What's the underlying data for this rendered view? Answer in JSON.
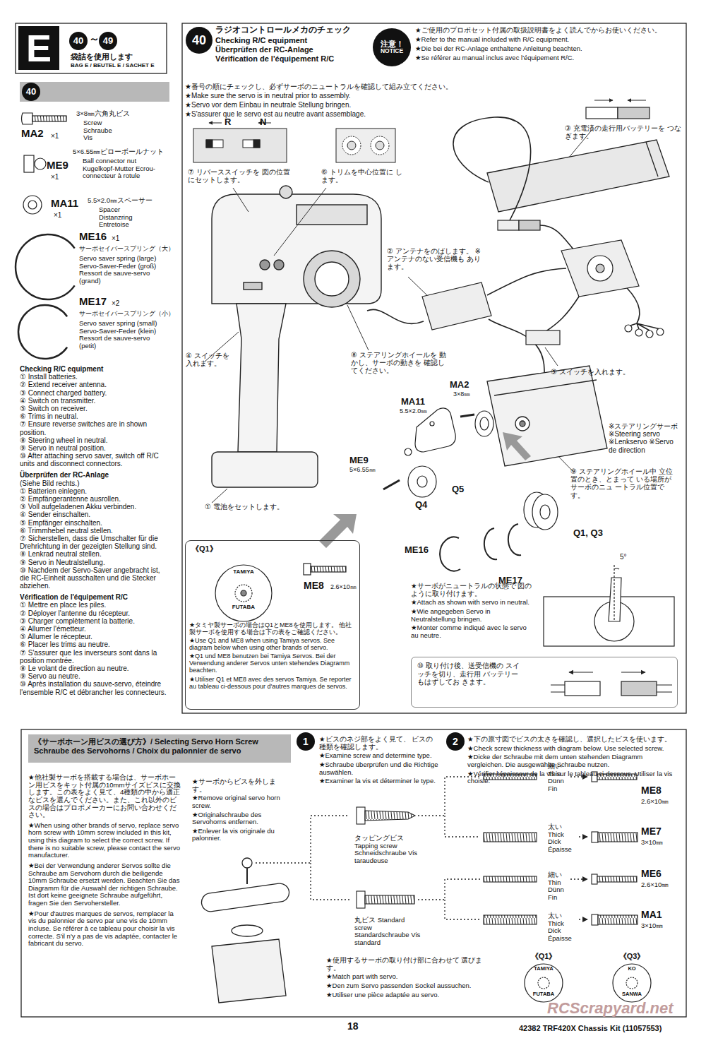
{
  "diagram": {
    "nodes": [
      {
        "text": [
          "E"
        ]
      },
      {
        "text": [
          "40"
        ]
      },
      {
        "text": [
          "49"
        ]
      },
      {
        "text": [
          "40"
        ]
      },
      {
        "text": [
          "40"
        ]
      },
      {
        "text": [
          "注意！",
          "NOTICE"
        ]
      },
      {
        "text": [
          "《Q1》"
        ]
      },
      {
        "text": [
          "⑩ 取り付け後、送受信機の スイッチを切り、走行用 バッテリーもはずしてお きます。"
        ]
      },
      {
        "text": [
          "《サーボホーン用ビスの選び方》/ Selecting Servo Horn Screw Schraube des Servohorns / Choix du palonnier de servo"
        ]
      },
      {
        "text": [
          "1"
        ]
      },
      {
        "text": [
          "2"
        ]
      }
    ],
    "labels": [
      "～",
      "袋詰を使用します",
      "BAG E / BEUTEL E / SACHET E",
      "3×8㎜六角丸ビス",
      "Screw Schraube Vis",
      "MA2",
      "×1",
      "5×6.55㎜ピローボールナット",
      "Ball connector nut Kugelkopf-Mutter Ecrou-connecteur à rotule",
      "ME9",
      "×1",
      "5.5×2.0㎜スペーサー",
      "Spacer Distanzring Entretoise",
      "MA11",
      "×1",
      "ME16",
      "×1",
      "サーボセイバースプリング（大）",
      "Servo saver spring (large) Servo-Saver-Feder (groß) Ressort de sauve-servo (grand)",
      "ME17",
      "×2",
      "サーボセイバースプリング（小）",
      "Servo saver spring (small) Servo-Saver-Feder (klein) Ressort de sauve-servo (petit)",
      "Checking R/C equipment",
      "① Install batteries.",
      "② Extend receiver antenna.",
      "③ Connect charged battery.",
      "④ Switch on transmitter.",
      "⑤ Switch on receiver.",
      "⑥ Trims in neutral.",
      "⑦ Ensure reverse switches are in shown position.",
      "⑧ Steering wheel in neutral.",
      "⑨ Servo in neutral position.",
      "⑩ After attaching servo saver, switch off R/C units and disconnect connectors.",
      "Überprüfen der RC-Anlage",
      "(Siehe Bild rechts.)",
      "① Batterien einlegen.",
      "② Empfängerantenne ausrollen.",
      "③ Voll aufgeladenen Akku verbinden.",
      "④ Sender einschalten.",
      "⑤ Empfänger einschalten.",
      "⑥ Trimmhebel neutral stellen.",
      "⑦ Sicherstellen, dass die Umschalter für die Drehrichtung in der gezeigten Stellung sind.",
      "⑧ Lenkrad neutral stellen.",
      "⑨ Servo in Neutralstellung.",
      "⑩ Nachdem der Servo-Saver angebracht ist, die RC-Einheit ausschalten und die Stecker abziehen.",
      "Vérification de l'équipement R/C",
      "① Mettre en place les piles.",
      "② Déployer l'antenne du récepteur.",
      "③ Charger complètement la batterie.",
      "④ Allumer l'émetteur.",
      "⑤ Allumer le récepteur.",
      "⑥ Placer les trims au neutre.",
      "⑦ S'assurer que les inverseurs sont dans la position montrée.",
      "⑧ Le volant de direction au neutre.",
      "⑨ Servo au neutre.",
      "⑩ Après installation du sauve-servo, éteindre l'ensemble R/C et débrancher les connecteurs.",
      "ラジオコントロールメカのチェック",
      "Checking R/C equipment",
      "Überprüfen der RC-Anlage",
      "Vérification de l'équipement R/C",
      "★ご使用のプロポセット付属の取扱説明書をよく読んでからお使いください。",
      "★Refer to the manual included with R/C equipment.",
      "★Die bei der RC-Anlage enthaltene Anleitung beachten.",
      "★Se référer au manual inclus avec l'équipement R/C.",
      "★番号の順にチェックし、必ずサーボのニュートラルを確認して組み立てください。",
      "★Make sure the servo is in neutral prior to assembly.",
      "★Servo vor dem Einbau in neutrale Stellung bringen.",
      "★S'assurer que le servo est au neutre avant assemblage.",
      "R",
      "N",
      "⑦ リバーススイッチを 図の位置にセットします。",
      "⑥ トリムを中心位置に します。",
      "③ 充電済の走行用バッテリーを つなぎます。",
      "② アンテナをのばします。 ※アンテナのない受信機も あります。",
      "④ スイッチを 入れます。",
      "⑧ ステアリングホイールを 動かし、サーボの動きを 確認してください。",
      "⑤ スイッチを入れます。",
      "MA2",
      "3×8㎜",
      "MA11",
      "5.5×2.0㎜",
      "ME9",
      "5×6.55㎜",
      "Q5",
      "Q4",
      "※ステアリングサーボ ※Steering servo ※Lenkservo ※Servo de direction",
      "⑨ ステアリングホイール中 立位置のとき、とまって いる場所がサーボのニュ ートラル位置です。",
      "① 電池をセットします。",
      "Q1, Q3",
      "ME16",
      "ME17",
      "5°",
      "TAMIYA",
      "FUTABA",
      "ME8",
      "2.6×10㎜",
      "★タミヤ製サーボの場合はQ1とME8を使用します。 他社製サーボを使用する場合は下の表をご確認ください。",
      "★Use Q1 and ME8 when using Tamiya servos. See diagram below when using other brands of servo.",
      "★Q1 und ME8 benutzen bei Tamiya Servos. Bei der Verwendung anderer Servos unten stehendes Diagramm beachten.",
      "★Utiliser Q1 et ME8 avec des servos Tamiya. Se reporter au tableau ci-dessous pour d'autres marques de servos.",
      "★サーボがニュートラルの状態で 図のように取り付けます。",
      "★Attach as shown with servo in neutral.",
      "★Wie angegeben Servo in Neutralstellung bringen.",
      "★Monter comme indiqué avec le servo au neutre.",
      "★他社製サーボを搭載する場合は、サーボホーン用ビスをキット付属の10mmサイズビスに交換します。この表をよく見て、4種類の中から適正なビスを選んでください。また、これ以外のビスの場合はプロポメーカーにお問い合わせください。",
      "★When using other brands of servo, replace servo horn screw with 10mm screw included in this kit, using this diagram to select the correct screw. If there is no suitable screw, please contact the servo manufacturer.",
      "★Bei der Verwendung anderer Servos sollte die Schraube am Servohorn durch die beiligende 10mm Schraube ersetzt werden. Beachten Sie das Diagramm für die Auswahl der richtigen Schraube. Ist dort keine geeignete Schraube aufgeführt, fragen Sie den Servohersteller.",
      "★Pour d'autres marques de servos, remplacer la vis du palonnier de servo par une vis de 10mm incluse. Se référer à ce tableau pour choisir la vis correcte. S'il n'y a pas de vis adaptée, contacter le fabricant du servo.",
      "★サーボからビスを外します。",
      "★Remove original servo horn screw.",
      "★Originalschraube des Servohorns entfernen.",
      "★Enlever la vis originale du palonnier.",
      "★ビスのネジ部をよく見て、 ビスの種類を確認します。",
      "★Examine screw and determine type.",
      "★Schraube überprüfen und die Richtige auswählen.",
      "★Examiner la vis et déterminer le type.",
      "★下の原寸図でビスの太さを確認し、選択したビスを使います。",
      "★Check screw thickness with diagram below. Use selected screw.",
      "★Dicke der Schraube mit dem unten stehenden Diagramm vergleichen. Die ausgewählte Schraube nutzen.",
      "★Vérifier l'épaisseur de la vis sur le tableau ci-dessous. Utiliser la vis choisie.",
      "タッピングビス Tapping screw Schneidschraube Vis taraudeuse",
      "丸ビス Standard screw Standardschraube Vis standard",
      "細い Thin Dünn Fin",
      "太い Thick Dick Épaisse",
      "細い Thin Dünn Fin",
      "太い Thick Dick Épaisse",
      "ME8",
      "2.6×10㎜",
      "ME7",
      "3×10㎜",
      "ME6",
      "2.6×10㎜",
      "MA1",
      "3×10㎜",
      "★使用するサーボの取り付け部に合わせて 選びます。",
      "★Match part with servo.",
      "★Den zum Servo passenden Sockel aussuchen.",
      "★Utiliser une pièce adaptée au servo.",
      "《Q1》",
      "《Q3》",
      "TAMIYA",
      "FUTABA",
      "KO",
      "SANWA",
      "RCScrapyard.net",
      "18",
      "42382 TRF420X Chassis Kit (11057553)"
    ]
  }
}
